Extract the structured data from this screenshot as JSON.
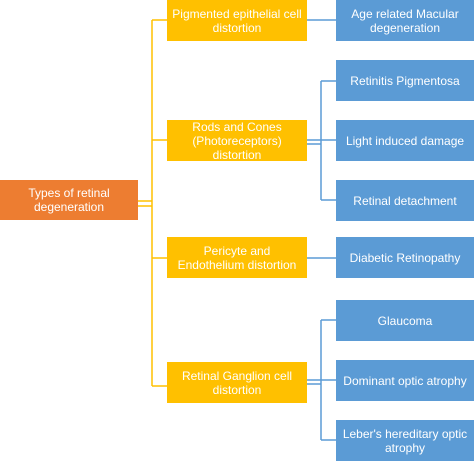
{
  "colors": {
    "root": "#ed7d31",
    "category": "#ffc000",
    "leaf": "#5b9bd5"
  },
  "root": {
    "label": "Types of retinal degeneration"
  },
  "categories": [
    {
      "label": "Pigmented epithelial cell distortion",
      "leaves": [
        "Age related Macular degeneration"
      ]
    },
    {
      "label": "Rods and Cones (Photoreceptors) distortion",
      "leaves": [
        "Retinitis Pigmentosa",
        "Light induced damage",
        "Retinal detachment"
      ]
    },
    {
      "label": "Pericyte and Endothelium distortion",
      "leaves": [
        "Diabetic Retinopathy"
      ]
    },
    {
      "label": "Retinal Ganglion cell distortion",
      "leaves": [
        "Glaucoma",
        "Dominant optic atrophy",
        "Leber's hereditary optic atrophy"
      ]
    }
  ]
}
